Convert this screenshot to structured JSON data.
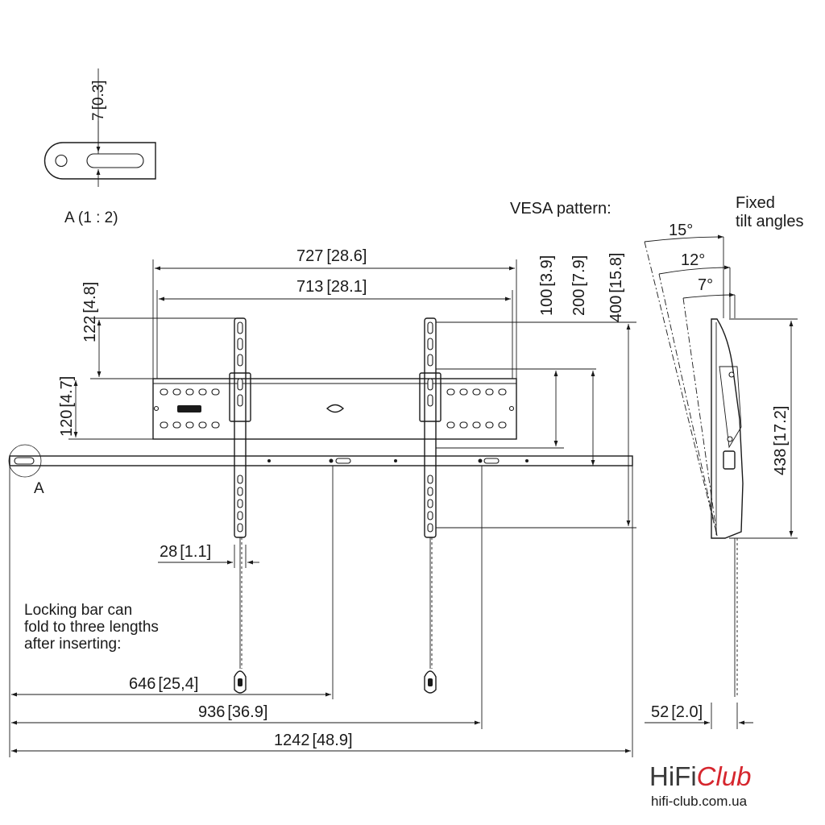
{
  "detail": {
    "label": "A (1 : 2)",
    "slot_dim": "7",
    "slot_dim_in": "[0.3]",
    "marker": "A"
  },
  "top_dims": {
    "w727": "727",
    "w727_in": "[28.6]",
    "w713": "713",
    "w713_in": "[28.1]",
    "h122": "122",
    "h122_in": "[4.8]",
    "h120": "120",
    "h120_in": "[4.7]"
  },
  "vesa": {
    "title": "VESA pattern:",
    "v100": "100",
    "v100_in": "[3.9]",
    "v200": "200",
    "v200_in": "[7.9]",
    "v400": "400",
    "v400_in": "[15.8]"
  },
  "tilt": {
    "title_line1": "Fixed",
    "title_line2": "tilt angles",
    "a15": "15°",
    "a12": "12°",
    "a7": "7°"
  },
  "side": {
    "h438": "438",
    "h438_in": "[17.2]",
    "d52": "52",
    "d52_in": "[2.0]"
  },
  "bottom": {
    "note_line1": "Locking bar can",
    "note_line2": "fold to three lengths",
    "note_line3": "after inserting:",
    "w28": "28",
    "w28_in": "[1.1]",
    "l646": "646",
    "l646_in": "[25,4]",
    "l936": "936",
    "l936_in": "[36.9]",
    "l1242": "1242",
    "l1242_in": "[48.9]"
  },
  "logo": {
    "hifi": "HiFi",
    "club": "Club",
    "url": "hifi-club.com.ua"
  }
}
